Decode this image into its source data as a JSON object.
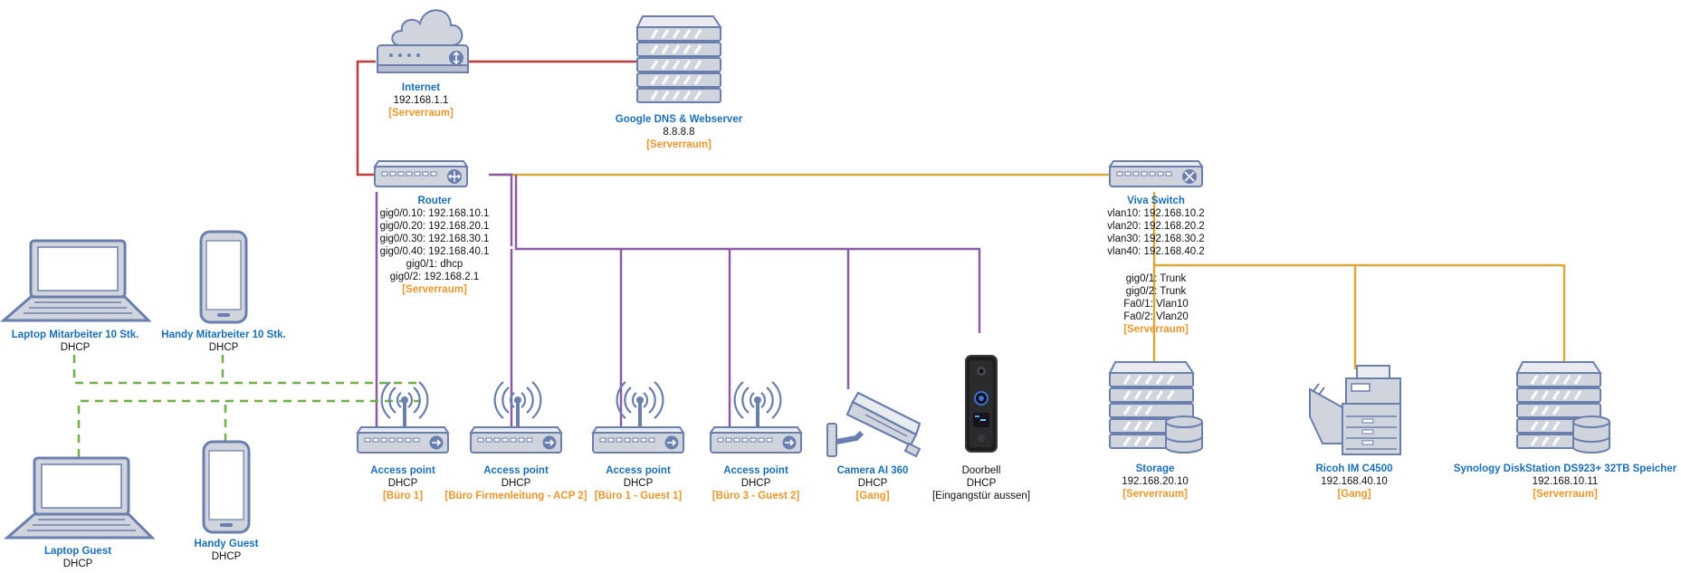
{
  "colors": {
    "wan": "#c0393b",
    "trunk": "#d9a93c",
    "lan": "#8a5ba3",
    "wifi": "#6fb04a",
    "device_fill": "#d0d4dc",
    "device_stroke": "#6a7fae",
    "title": "#1a6fbf",
    "location": "#f0962a"
  },
  "nodes": {
    "internet": {
      "title": "Internet",
      "ip": "192.168.1.1",
      "location": "[Serverraum]",
      "icon": "cloud-modem-icon"
    },
    "google": {
      "title": "Google DNS & Webserver",
      "ip": "8.8.8.8",
      "location": "[Serverraum]",
      "icon": "server-rack-icon"
    },
    "router": {
      "title": "Router",
      "lines": [
        "gig0/0.10: 192.168.10.1",
        "gig0/0.20: 192.168.20.1",
        "gig0/0.30: 192.168.30.1",
        "gig0/0.40: 192.168.40.1",
        "gig0/1: dhcp",
        "gig0/2: 192.168.2.1"
      ],
      "location": "[Serverraum]",
      "icon": "router-icon"
    },
    "switch": {
      "title": "Viva Switch",
      "lines": [
        "vlan10: 192.168.10.2",
        "vlan20: 192.168.20.2",
        "vlan30: 192.168.30.2",
        "vlan40: 192.168.40.2"
      ],
      "ports": [
        "gig0/1: Trunk",
        "gig0/2: Trunk",
        "Fa0/1: Vlan10",
        "Fa0/2: Vlan20"
      ],
      "location": "[Serverraum]",
      "icon": "switch-icon"
    },
    "laptop_staff": {
      "title": "Laptop Mitarbeiter 10 Stk.",
      "ip": "DHCP",
      "icon": "laptop-icon"
    },
    "phone_staff": {
      "title": "Handy Mitarbeiter 10 Stk.",
      "ip": "DHCP",
      "icon": "smartphone-icon"
    },
    "laptop_guest": {
      "title": "Laptop Guest",
      "ip": "DHCP",
      "icon": "laptop-icon"
    },
    "phone_guest": {
      "title": "Handy Guest",
      "ip": "DHCP",
      "icon": "smartphone-icon"
    },
    "ap1": {
      "title": "Access point",
      "ip": "DHCP",
      "location": "[Büro 1]",
      "icon": "access-point-icon"
    },
    "ap2": {
      "title": "Access point",
      "ip": "DHCP",
      "location": "[Büro Firmenleitung - ACP 2]",
      "icon": "access-point-icon"
    },
    "ap3": {
      "title": "Access point",
      "ip": "DHCP",
      "location": "[Büro 1 - Guest 1]",
      "icon": "access-point-icon"
    },
    "ap4": {
      "title": "Access point",
      "ip": "DHCP",
      "location": "[Büro 3 - Guest 2]",
      "icon": "access-point-icon"
    },
    "camera": {
      "title": "Camera AI 360",
      "ip": "DHCP",
      "location": "[Gang]",
      "icon": "security-camera-icon"
    },
    "doorbell": {
      "name": "Doorbell",
      "ip": "DHCP",
      "location": "[Eingangstür aussen]",
      "icon": "video-doorbell-icon"
    },
    "storage": {
      "title": "Storage",
      "ip": "192.168.20.10",
      "location": "[Serverraum]",
      "icon": "storage-server-icon"
    },
    "printer": {
      "title": "Ricoh IM C4500",
      "ip": "192.168.40.10",
      "location": "[Gang]",
      "icon": "printer-icon"
    },
    "nas": {
      "title": "Synology DiskStation DS923+ 32TB Speicher",
      "ip": "192.168.10.11",
      "location": "[Serverraum]",
      "icon": "nas-server-icon"
    }
  }
}
